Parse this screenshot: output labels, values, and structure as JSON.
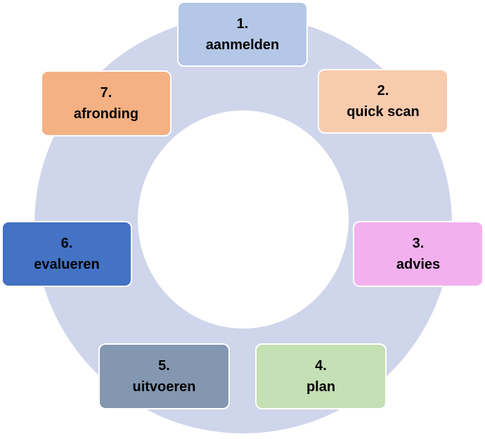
{
  "steps": [
    {
      "number": "1.",
      "label": "aanmelden",
      "color": "#b4c7e7"
    },
    {
      "number": "2.",
      "label": "quick scan",
      "color": "#f8cbad"
    },
    {
      "number": "3.",
      "label": "advies",
      "color": "#f2b1ee"
    },
    {
      "number": "4.",
      "label": "plan",
      "color": "#c5e0b4"
    },
    {
      "number": "5.",
      "label": "uitvoeren",
      "color": "#8497b0"
    },
    {
      "number": "6.",
      "label": "evalueren",
      "color": "#4472c4"
    },
    {
      "number": "7.",
      "label": "afronding",
      "color": "#f4b183"
    }
  ],
  "colors": {
    "ring": "#cfd5ea",
    "center": "#ffffff"
  }
}
